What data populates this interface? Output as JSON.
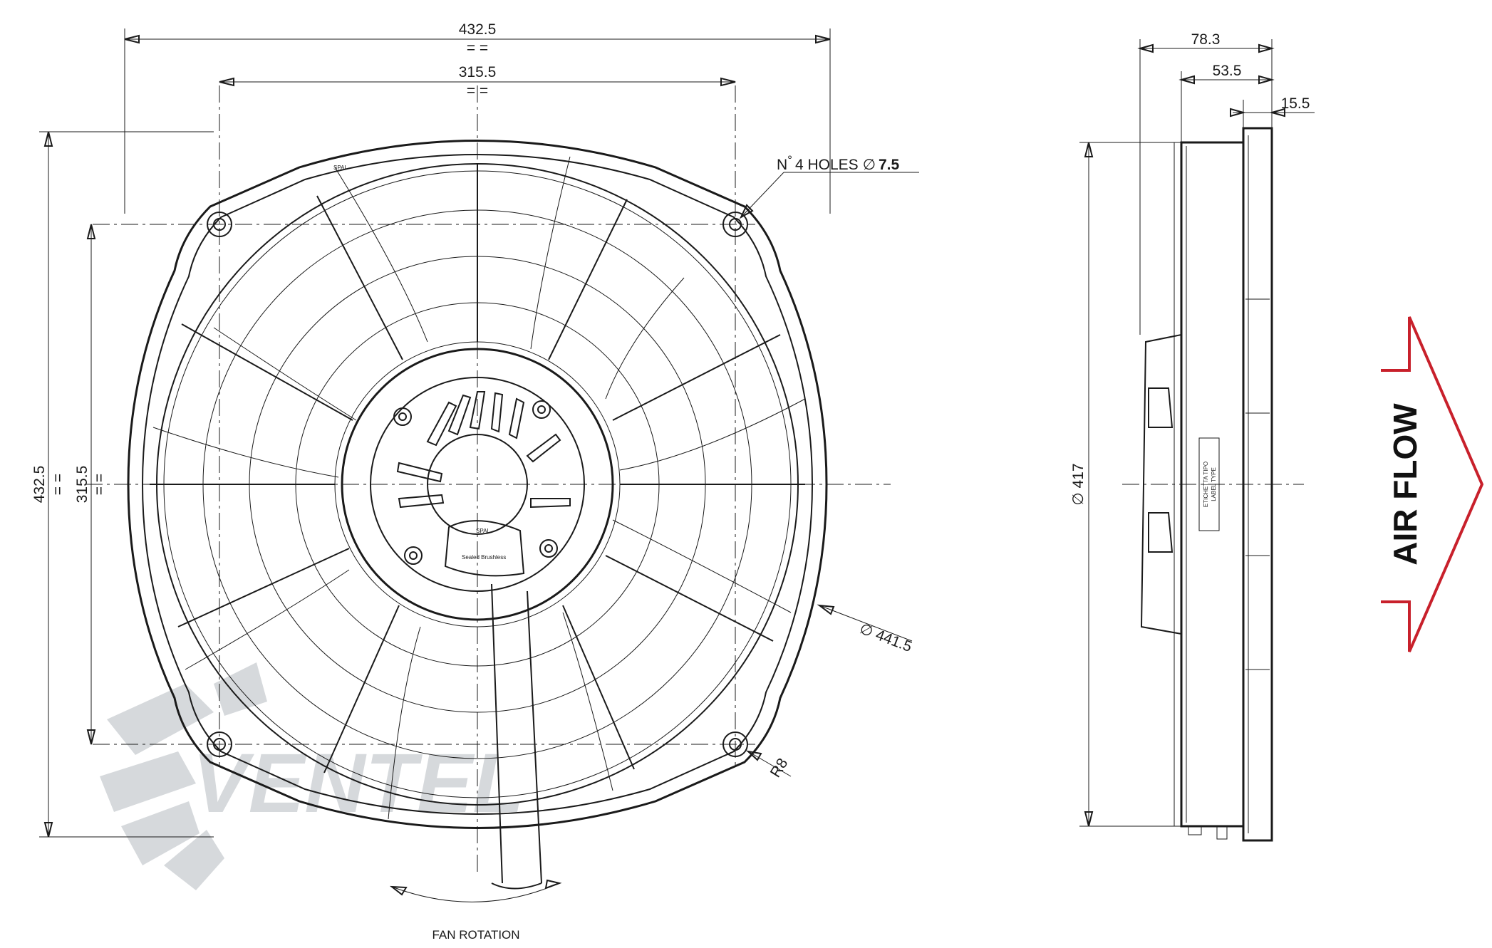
{
  "dimensions": {
    "overall_width": "432.5",
    "overall_width_eq": "= =",
    "hole_spacing_width": "315.5",
    "hole_spacing_width_eq": "= =",
    "overall_height": "432.5",
    "overall_height_eq": "= =",
    "hole_spacing_height": "315.5",
    "hole_spacing_height_eq": "= =",
    "holes_prefix": "N",
    "holes_degree": "°",
    "holes_label": "4 HOLES",
    "holes_diameter_symbol": "∅",
    "holes_diameter": "7.5",
    "outer_diameter": "∅ 441.5",
    "corner_radius": "R8",
    "depth_total": "78.3",
    "depth_body": "53.5",
    "depth_flange": "15.5",
    "side_diameter": "∅ 417"
  },
  "labels": {
    "fan_rotation": "FAN ROTATION",
    "air_flow": "AIR FLOW",
    "label_type_line1": "ETICHETTA TIPO",
    "label_type_line2": "LABEL TYPE",
    "brand_top": "SPAL",
    "brand_hub": "SPAL",
    "hub_tagline": "Sealed Brushless",
    "watermark": "VENTEL"
  },
  "colors": {
    "line": "#1a1a1a",
    "air_flow_arrow": "#c8202b",
    "watermark_gray": "#d6d9dc",
    "watermark_blue": "#cfe0ec"
  }
}
